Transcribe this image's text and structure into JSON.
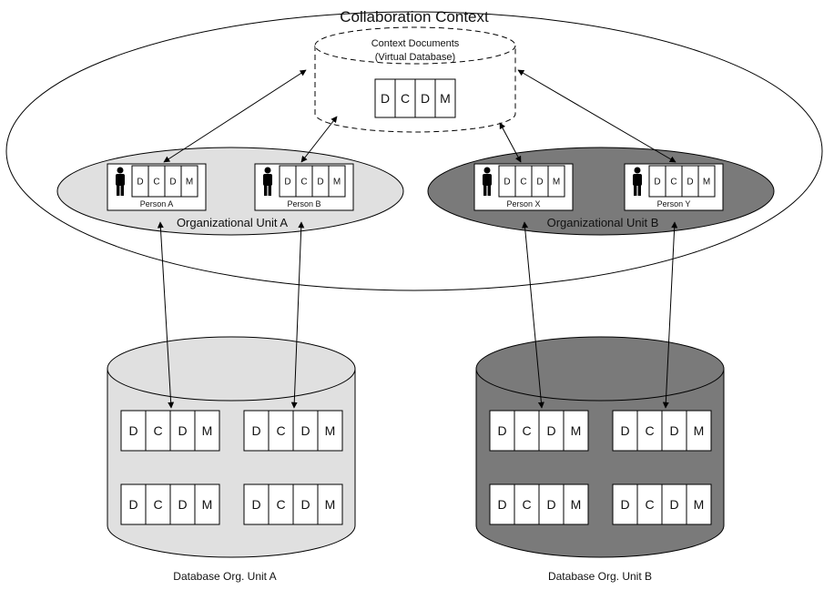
{
  "collaboration": {
    "title": "Collaboration Context"
  },
  "context_db": {
    "title_line1": "Context Documents",
    "title_line2": "(Virtual Database)",
    "cells": [
      "D",
      "C",
      "D",
      "M"
    ]
  },
  "org_units": [
    {
      "label": "Organizational Unit A",
      "persons": [
        {
          "name": "Person A",
          "cells": [
            "D",
            "C",
            "D",
            "M"
          ]
        },
        {
          "name": "Person B",
          "cells": [
            "D",
            "C",
            "D",
            "M"
          ]
        }
      ]
    },
    {
      "label": "Organizational Unit B",
      "persons": [
        {
          "name": "Person X",
          "cells": [
            "D",
            "C",
            "D",
            "M"
          ]
        },
        {
          "name": "Person Y",
          "cells": [
            "D",
            "C",
            "D",
            "M"
          ]
        }
      ]
    }
  ],
  "databases": [
    {
      "label": "Database Org. Unit A",
      "blocks": [
        [
          "D",
          "C",
          "D",
          "M"
        ],
        [
          "D",
          "C",
          "D",
          "M"
        ],
        [
          "D",
          "C",
          "D",
          "M"
        ],
        [
          "D",
          "C",
          "D",
          "M"
        ]
      ]
    },
    {
      "label": "Database Org. Unit B",
      "blocks": [
        [
          "D",
          "C",
          "D",
          "M"
        ],
        [
          "D",
          "C",
          "D",
          "M"
        ],
        [
          "D",
          "C",
          "D",
          "M"
        ],
        [
          "D",
          "C",
          "D",
          "M"
        ]
      ]
    }
  ],
  "colors": {
    "unit_a_fill": "#e0e0e0",
    "unit_b_fill": "#7a7a7a",
    "db_a_fill": "#e0e0e0",
    "db_b_fill": "#7a7a7a",
    "line": "#000000",
    "cell_fill": "#ffffff"
  }
}
